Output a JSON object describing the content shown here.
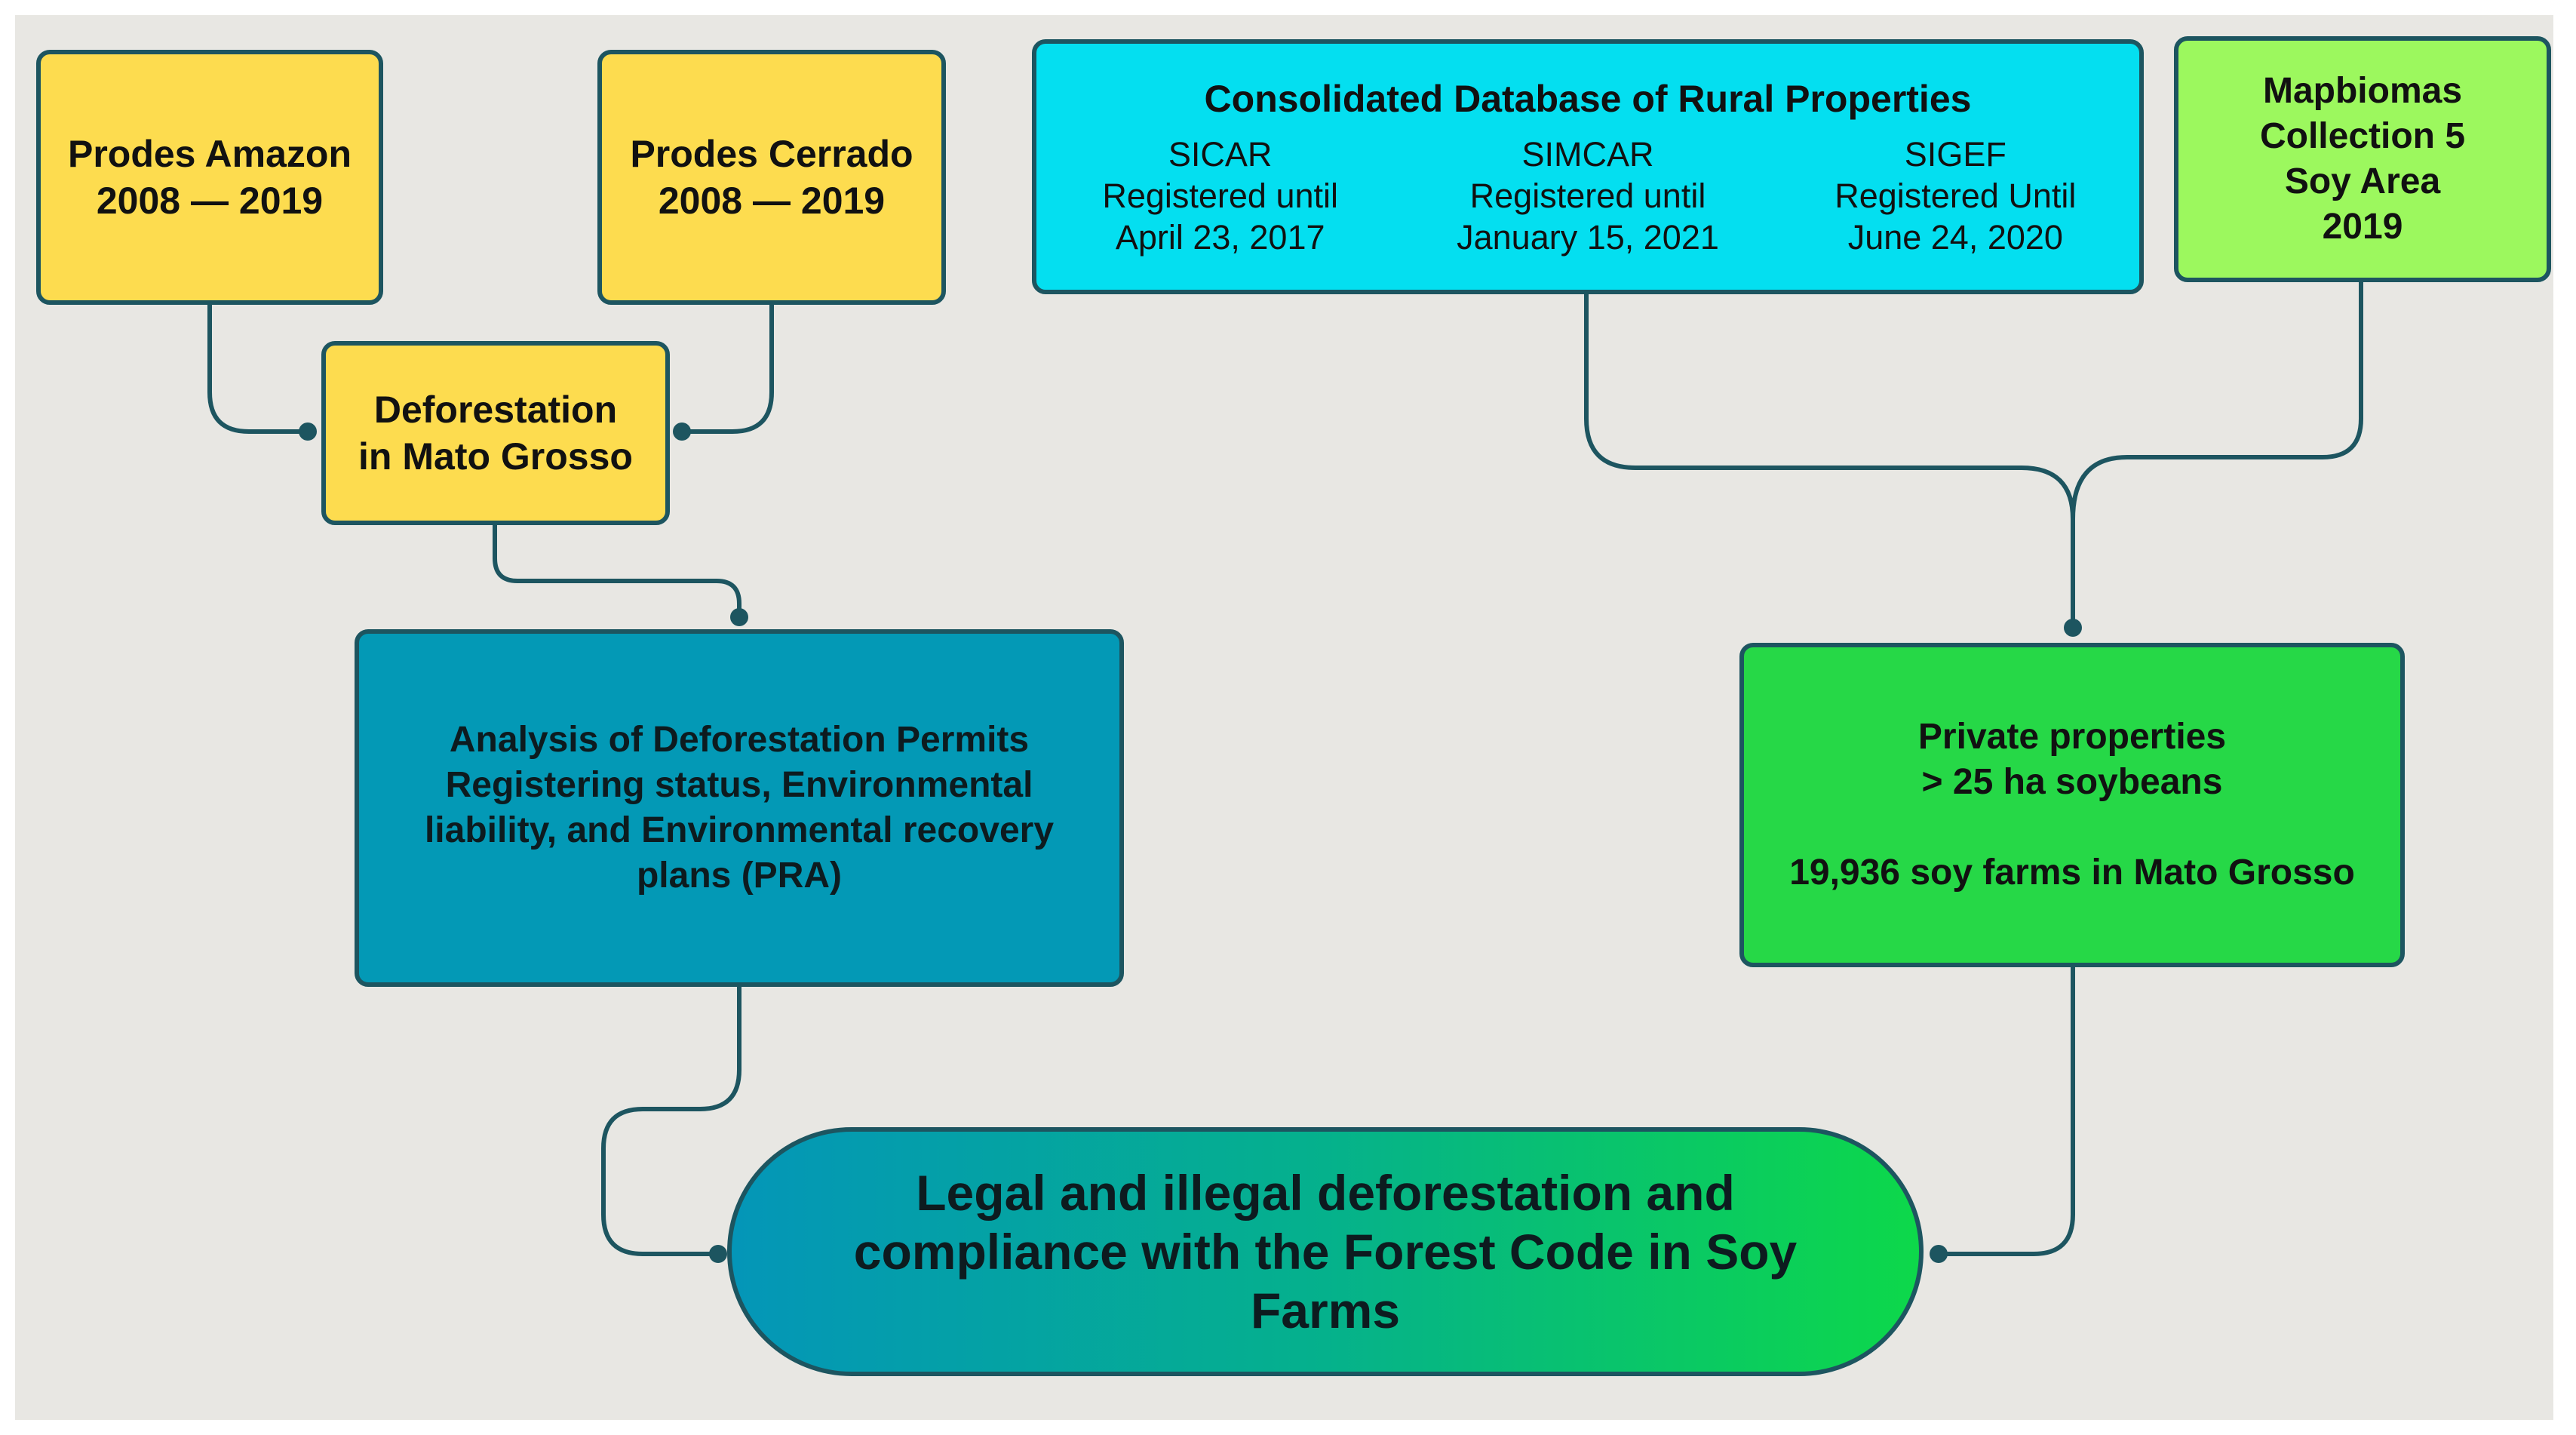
{
  "nodes": {
    "prodes_amazon": {
      "line1": "Prodes Amazon",
      "line2": "2008 — 2019"
    },
    "prodes_cerrado": {
      "line1": "Prodes Cerrado",
      "line2": "2008 — 2019"
    },
    "deforestation_mt": {
      "line1": "Deforestation",
      "line2": "in Mato Grosso"
    },
    "consolidated_db": {
      "title": "Consolidated Database of Rural Properties",
      "sources": [
        {
          "name": "SICAR",
          "line1": "Registered until",
          "line2": "April 23, 2017"
        },
        {
          "name": "SIMCAR",
          "line1": "Registered until",
          "line2": "January 15, 2021"
        },
        {
          "name": "SIGEF",
          "line1": "Registered Until",
          "line2": "June 24, 2020"
        }
      ]
    },
    "mapbiomas": {
      "line1": "Mapbiomas",
      "line2": "Collection 5",
      "line3": "Soy Area",
      "line4": "2019"
    },
    "analysis": {
      "line1": "Analysis of Deforestation Permits",
      "line2": "Registering status, Environmental",
      "line3": "liability, and Environmental recovery",
      "line4": "plans (PRA)"
    },
    "private_properties": {
      "line1": "Private properties",
      "line2": "> 25 ha soybeans",
      "line3": "19,936 soy farms in Mato Grosso"
    },
    "result": {
      "line1": "Legal and illegal deforestation and",
      "line2": "compliance with the Forest Code in Soy",
      "line3": "Farms"
    }
  },
  "colors": {
    "panel": "#e8e7e3",
    "border": "#1d5560",
    "yellow": "#fddc4f",
    "cyan": "#04dff0",
    "lime": "#9cf85e",
    "green": "#26d847",
    "teal": "#0399b6"
  }
}
